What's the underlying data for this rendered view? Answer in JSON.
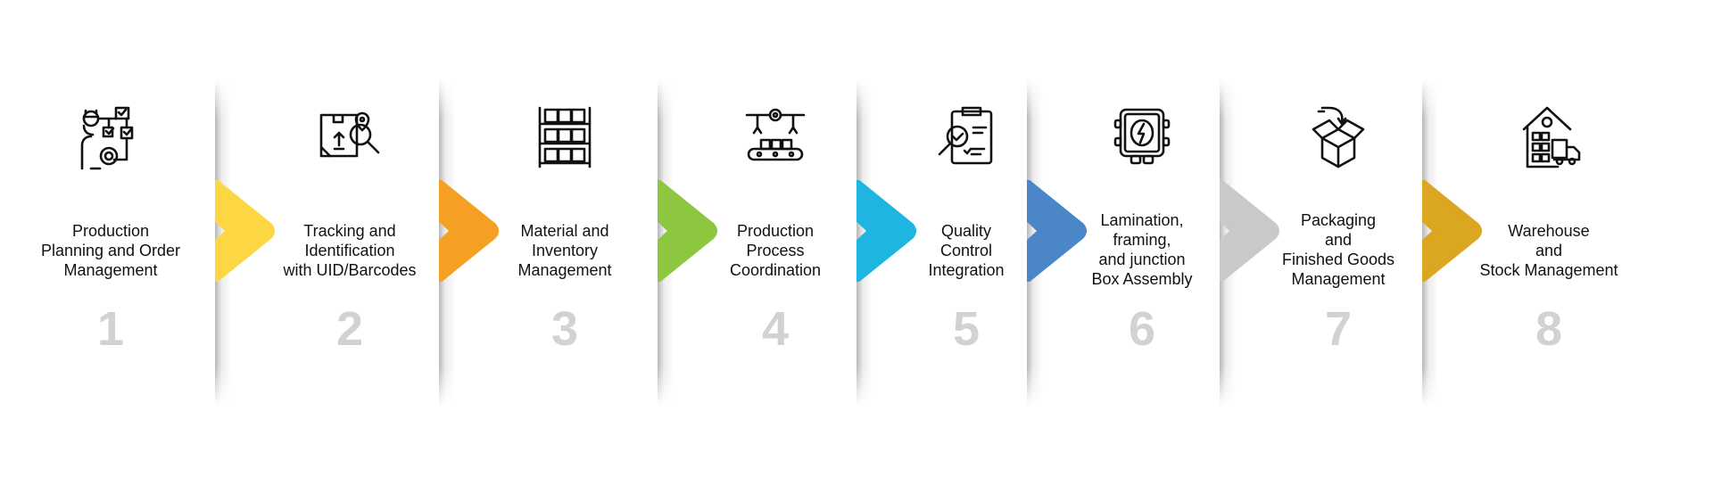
{
  "steps": [
    {
      "number": "1",
      "title": [
        "Production",
        "Planning and Order",
        "Management"
      ],
      "icon": "engineer-workflow-icon",
      "color": null
    },
    {
      "number": "2",
      "title": [
        "Tracking and",
        "Identification",
        "with UID/Barcodes"
      ],
      "icon": "package-location-search-icon",
      "color": "#FDD643"
    },
    {
      "number": "3",
      "title": [
        "Material and",
        "Inventory",
        "Management"
      ],
      "icon": "storage-shelves-icon",
      "color": "#F5A023"
    },
    {
      "number": "4",
      "title": [
        "Production",
        "Process",
        "Coordination"
      ],
      "icon": "conveyor-robot-icon",
      "color": "#8DC63F"
    },
    {
      "number": "5",
      "title": [
        "Quality",
        "Control",
        "Integration"
      ],
      "icon": "clipboard-inspection-icon",
      "color": "#1EB6E0"
    },
    {
      "number": "6",
      "title": [
        "Lamination,",
        "framing,",
        "and junction",
        "Box Assembly"
      ],
      "icon": "junction-box-icon",
      "color": "#4A86C8"
    },
    {
      "number": "7",
      "title": [
        "Packaging",
        "and",
        "Finished Goods",
        "Management"
      ],
      "icon": "open-box-icon",
      "color": "#C9C9C9"
    },
    {
      "number": "8",
      "title": [
        "Warehouse",
        "and",
        "Stock Management"
      ],
      "icon": "warehouse-truck-icon",
      "color": "#DBA620"
    }
  ]
}
